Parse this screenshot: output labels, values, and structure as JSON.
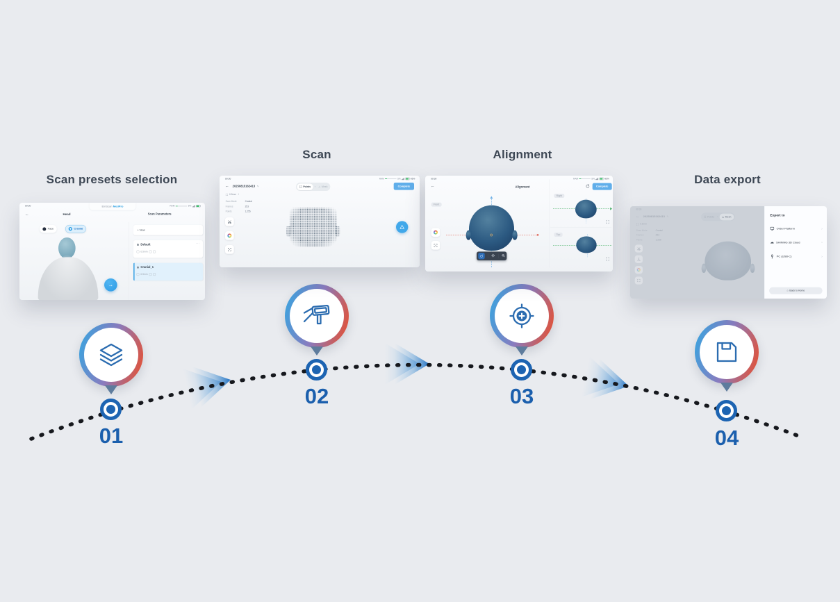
{
  "titles": {
    "step1": "Scan presets selection",
    "step2": "Scan",
    "step3": "Alignment",
    "step4": "Data export"
  },
  "steps": [
    {
      "number": "01",
      "icon": "layers-icon"
    },
    {
      "number": "02",
      "icon": "scanner-icon"
    },
    {
      "number": "03",
      "icon": "target-icon"
    },
    {
      "number": "04",
      "icon": "save-icon"
    }
  ],
  "glyphs": {
    "back": "←",
    "edit": "✎",
    "chevron": "›",
    "more": "···",
    "home": "⌂",
    "cloud": "☁",
    "arrow_right": "→",
    "mesh": "△",
    "plus": "+"
  },
  "presets_screen": {
    "time": "09:30",
    "logo_prefix": "EinScan",
    "logo_suffix": "MedPro",
    "ram_label": "RAM",
    "ram_value": "5%",
    "screen_title": "Head",
    "panel_title": "Scan Parameters",
    "face_chip": "Face",
    "cranial_chip": "Cranial",
    "new_button": "+ New",
    "presets": [
      {
        "name": "Default",
        "detail": "0.5mm"
      },
      {
        "name": "Cranial_1",
        "detail": "0.5mm"
      }
    ]
  },
  "scan_screen": {
    "timer": "00:30",
    "project": "20250815162413",
    "ram_label": "RAM",
    "ram_value": "5%",
    "battery": "95%",
    "points_tab": "Points",
    "mesh_tab": "Mesh",
    "complete_button": "Complete",
    "resolution": "0.5mm",
    "info": [
      {
        "label": "Scan Mode",
        "value": "Cranial"
      },
      {
        "label": "Frames",
        "value": "253"
      },
      {
        "label": "Points",
        "value": "1,255"
      }
    ]
  },
  "alignment_screen": {
    "time": "09:30",
    "title": "Alignment",
    "ram_label": "RAM",
    "ram_value": "5%",
    "battery": "95%",
    "complete_button": "Complete",
    "front_label": "Front",
    "right_label": "Right",
    "top_label": "Top"
  },
  "export_screen": {
    "time": "09:30",
    "project": "20250815162413",
    "points_tab": "Points",
    "mesh_tab": "Mesh",
    "resolution": "0.5mm",
    "info": [
      {
        "label": "Scan Mode",
        "value": "Cranial"
      },
      {
        "label": "Frames",
        "value": "253"
      },
      {
        "label": "Points",
        "value": "1,255"
      }
    ],
    "panel_title": "Export to",
    "options": [
      {
        "label": "Order Platform"
      },
      {
        "label": "SHINING 3D Cloud"
      },
      {
        "label": "PC (USB-C)"
      }
    ],
    "back_home": "Back to Home"
  },
  "colors": {
    "background": "#e9ebef",
    "step_number": "#1b5fad",
    "ring_gradient_start": "#3da2de",
    "ring_gradient_end": "#e25238",
    "accent_blue": "#2e9fe6",
    "complete_button": "#60aeea",
    "model_blue": "#2c5a82",
    "battery_green": "#41bf6d"
  }
}
